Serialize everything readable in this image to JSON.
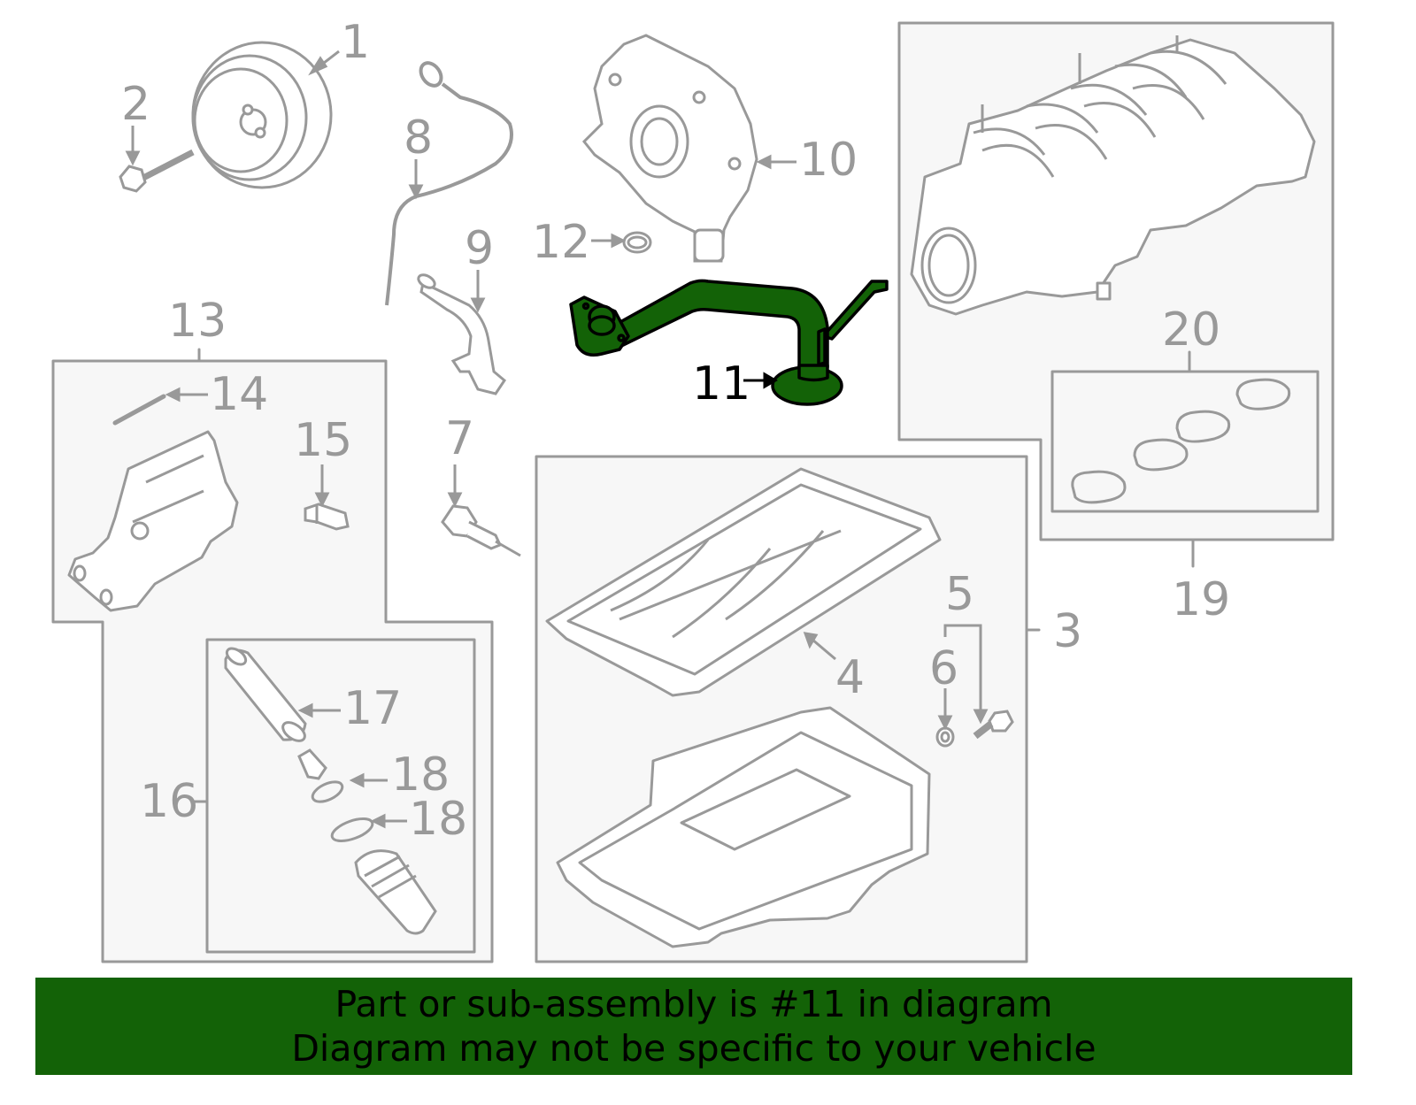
{
  "diagram": {
    "highlighted_part": "11",
    "colors": {
      "line": "#999999",
      "box_fill": "#f7f7f7",
      "highlight_fill": "#136207",
      "highlight_outline": "#000000",
      "banner_bg": "#136207"
    },
    "callouts": [
      {
        "id": "1",
        "label": "1"
      },
      {
        "id": "2",
        "label": "2"
      },
      {
        "id": "3",
        "label": "3"
      },
      {
        "id": "4",
        "label": "4"
      },
      {
        "id": "5",
        "label": "5"
      },
      {
        "id": "6",
        "label": "6"
      },
      {
        "id": "7",
        "label": "7"
      },
      {
        "id": "8",
        "label": "8"
      },
      {
        "id": "9",
        "label": "9"
      },
      {
        "id": "10",
        "label": "10"
      },
      {
        "id": "11",
        "label": "11"
      },
      {
        "id": "12",
        "label": "12"
      },
      {
        "id": "13",
        "label": "13"
      },
      {
        "id": "14",
        "label": "14"
      },
      {
        "id": "15",
        "label": "15"
      },
      {
        "id": "16",
        "label": "16"
      },
      {
        "id": "17",
        "label": "17"
      },
      {
        "id": "18a",
        "label": "18"
      },
      {
        "id": "18b",
        "label": "18"
      },
      {
        "id": "19",
        "label": "19"
      },
      {
        "id": "20",
        "label": "20"
      }
    ]
  },
  "banner": {
    "line1": "Part or sub-assembly is #11 in diagram",
    "line2": "Diagram may not be specific to your vehicle"
  }
}
